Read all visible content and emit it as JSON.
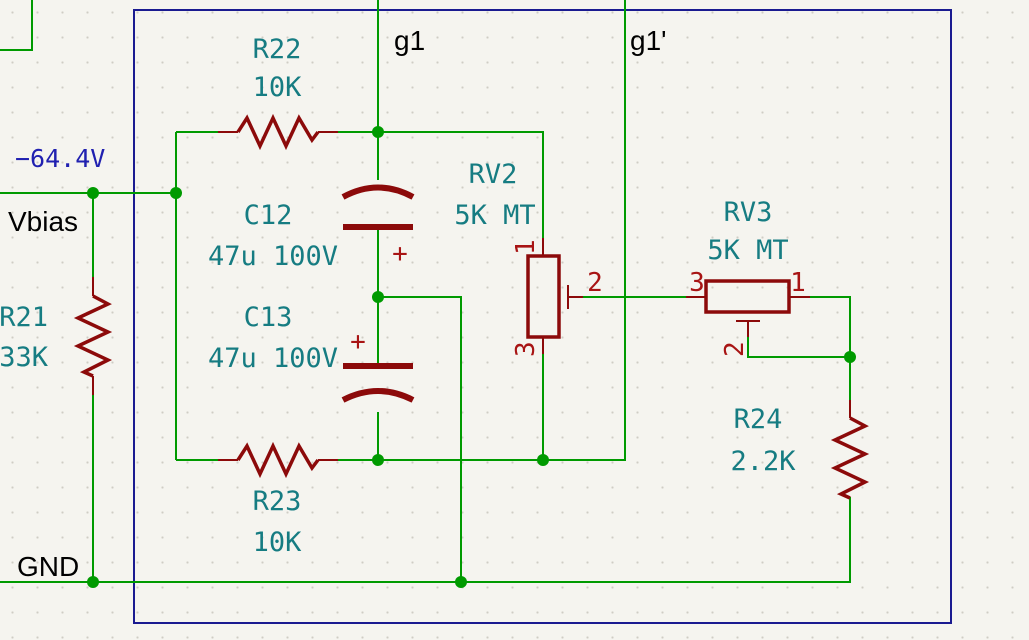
{
  "nets": {
    "g1": "g1",
    "g1p": "g1'",
    "vbias": "Vbias",
    "gnd": "GND"
  },
  "voltage_probe": "−64.4V",
  "components": {
    "R22": {
      "ref": "R22",
      "value": "10K"
    },
    "R23": {
      "ref": "R23",
      "value": "10K"
    },
    "R21": {
      "ref": "R21",
      "value": "33K"
    },
    "R24": {
      "ref": "R24",
      "value": "2.2K"
    },
    "C12": {
      "ref": "C12",
      "value": "47u 100V",
      "polarity": "+"
    },
    "C13": {
      "ref": "C13",
      "value": "47u 100V",
      "polarity": "+"
    },
    "RV2": {
      "ref": "RV2",
      "value": "5K MT",
      "pins": [
        "1",
        "2",
        "3"
      ]
    },
    "RV3": {
      "ref": "RV3",
      "value": "5K MT",
      "pins": [
        "3",
        "1",
        "2"
      ]
    }
  },
  "colors": {
    "wire": "#009a00",
    "symbol": "#8c0a0a",
    "reference_text": "#167c82",
    "sheet_frame": "#1a1a90",
    "probe_text": "#2020b0",
    "background": "#f5f4ef"
  }
}
